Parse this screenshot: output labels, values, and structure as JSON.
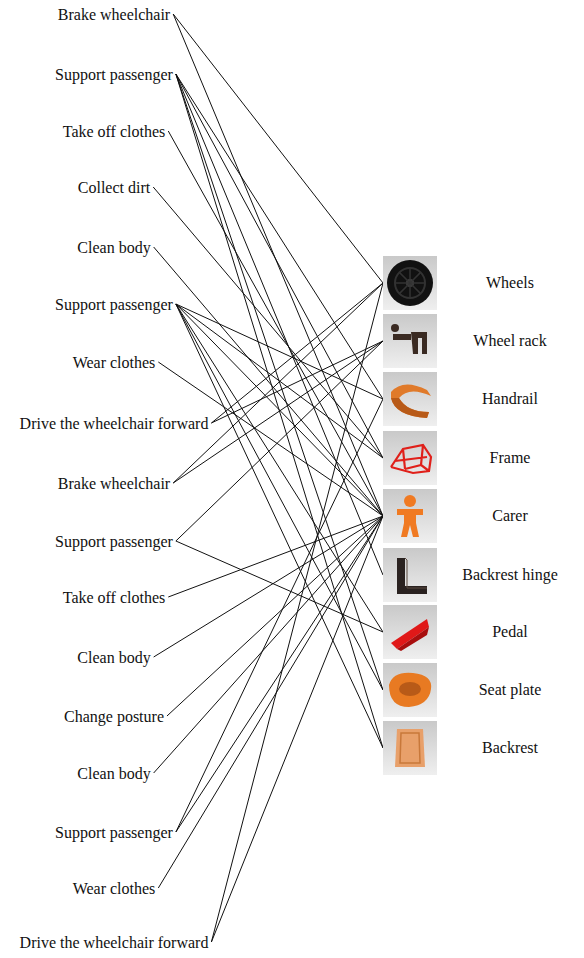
{
  "diagram": {
    "nodes": [
      {
        "text": [
          "Brake wheelchair"
        ]
      },
      {
        "text": [
          "Support passenger"
        ]
      },
      {
        "text": [
          "Take off clothes"
        ]
      },
      {
        "text": [
          "Collect dirt"
        ]
      },
      {
        "text": [
          "Clean body"
        ]
      },
      {
        "text": [
          "Support passenger"
        ]
      },
      {
        "text": [
          "Wear clothes"
        ]
      },
      {
        "text": [
          "Drive the wheelchair forward"
        ]
      },
      {
        "text": [
          "Brake wheelchair"
        ]
      },
      {
        "text": [
          "Support passenger"
        ]
      },
      {
        "text": [
          "Take off clothes"
        ]
      },
      {
        "text": [
          "Clean body"
        ]
      },
      {
        "text": [
          "Change posture"
        ]
      },
      {
        "text": [
          "Clean body"
        ]
      },
      {
        "text": [
          "Support passenger"
        ]
      },
      {
        "text": [
          "Wear clothes"
        ]
      },
      {
        "text": [
          "Drive the wheelchair forward"
        ]
      },
      {
        "text": [
          "Wheels"
        ]
      },
      {
        "text": [
          "Wheel rack"
        ]
      },
      {
        "text": [
          "Handrail"
        ]
      },
      {
        "text": [
          "Frame"
        ]
      },
      {
        "text": [
          "Carer"
        ]
      },
      {
        "text": [
          "Backrest hinge"
        ]
      },
      {
        "text": [
          "Pedal"
        ]
      },
      {
        "text": [
          "Seat plate"
        ]
      },
      {
        "text": [
          "Backrest"
        ]
      }
    ],
    "edges": [
      {
        "from": 0,
        "to": 17,
        "arrow": "none"
      },
      {
        "from": 0,
        "to": 21,
        "arrow": "none"
      },
      {
        "from": 1,
        "to": 19,
        "arrow": "none"
      },
      {
        "from": 1,
        "to": 20,
        "arrow": "none"
      },
      {
        "from": 1,
        "to": 22,
        "arrow": "none"
      },
      {
        "from": 1,
        "to": 24,
        "arrow": "none"
      },
      {
        "from": 1,
        "to": 25,
        "arrow": "none"
      },
      {
        "from": 2,
        "to": 21,
        "arrow": "none"
      },
      {
        "from": 3,
        "to": 20,
        "arrow": "none"
      },
      {
        "from": 4,
        "to": 21,
        "arrow": "none"
      },
      {
        "from": 5,
        "to": 19,
        "arrow": "none"
      },
      {
        "from": 5,
        "to": 20,
        "arrow": "none"
      },
      {
        "from": 5,
        "to": 21,
        "arrow": "none"
      },
      {
        "from": 5,
        "to": 23,
        "arrow": "none"
      },
      {
        "from": 5,
        "to": 24,
        "arrow": "none"
      },
      {
        "from": 5,
        "to": 25,
        "arrow": "none"
      },
      {
        "from": 6,
        "to": 21,
        "arrow": "none"
      },
      {
        "from": 7,
        "to": 17,
        "arrow": "none"
      },
      {
        "from": 7,
        "to": 18,
        "arrow": "none"
      },
      {
        "from": 8,
        "to": 17,
        "arrow": "none"
      },
      {
        "from": 8,
        "to": 18,
        "arrow": "none"
      },
      {
        "from": 9,
        "to": 18,
        "arrow": "none"
      },
      {
        "from": 9,
        "to": 23,
        "arrow": "none"
      },
      {
        "from": 10,
        "to": 21,
        "arrow": "none"
      },
      {
        "from": 11,
        "to": 21,
        "arrow": "none"
      },
      {
        "from": 12,
        "to": 21,
        "arrow": "none"
      },
      {
        "from": 13,
        "to": 21,
        "arrow": "none"
      },
      {
        "from": 14,
        "to": 19,
        "arrow": "none"
      },
      {
        "from": 14,
        "to": 21,
        "arrow": "none"
      },
      {
        "from": 15,
        "to": 21,
        "arrow": "none"
      },
      {
        "from": 16,
        "to": 17,
        "arrow": "none"
      },
      {
        "from": 16,
        "to": 21,
        "arrow": "none"
      }
    ]
  }
}
